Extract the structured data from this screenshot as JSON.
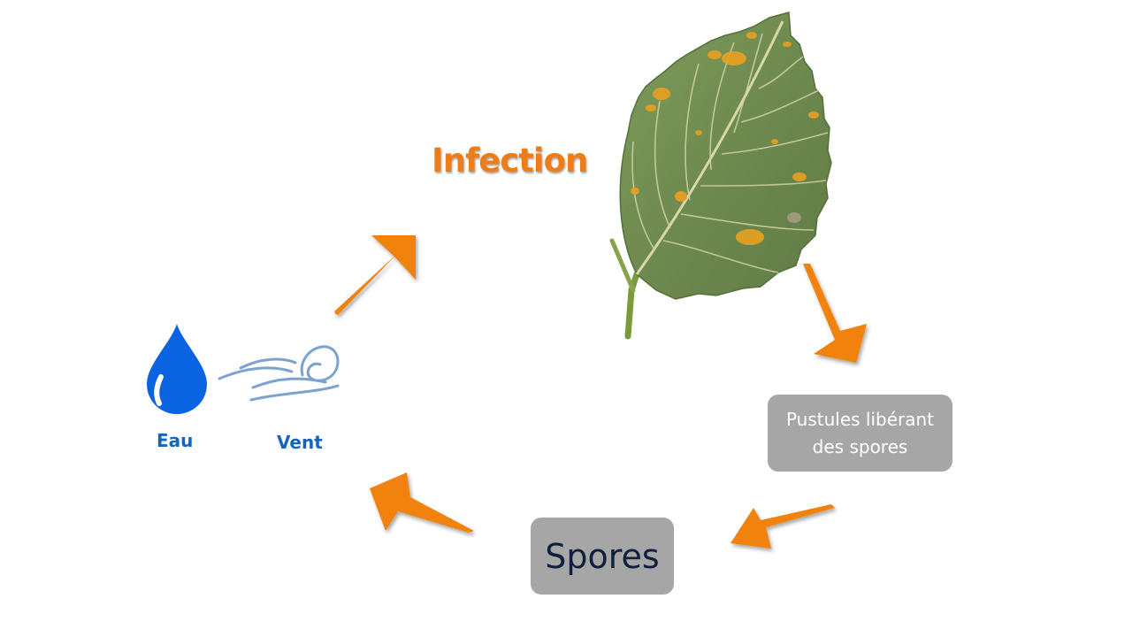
{
  "diagram": {
    "infection_label": "Infection",
    "pustules_label_line1": "Pustules libérant",
    "pustules_label_line2": "des spores",
    "spores_label": "Spores",
    "eau_label": "Eau",
    "vent_label": "Vent"
  },
  "icons": {
    "leaf": "leaf-icon",
    "water_drop": "water-drop-icon",
    "wind": "wind-icon",
    "arrow": "arrow-icon"
  },
  "colors": {
    "arrow": "#f0820f",
    "infection_text": "#ee7d19",
    "blue_label": "#1565c0",
    "box_background": "#a6a6a6",
    "pustules_text": "#ffffff",
    "spores_text": "#0f1f3d",
    "leaf_green": "#6e8a4a",
    "rust_orange": "#e8a020"
  }
}
